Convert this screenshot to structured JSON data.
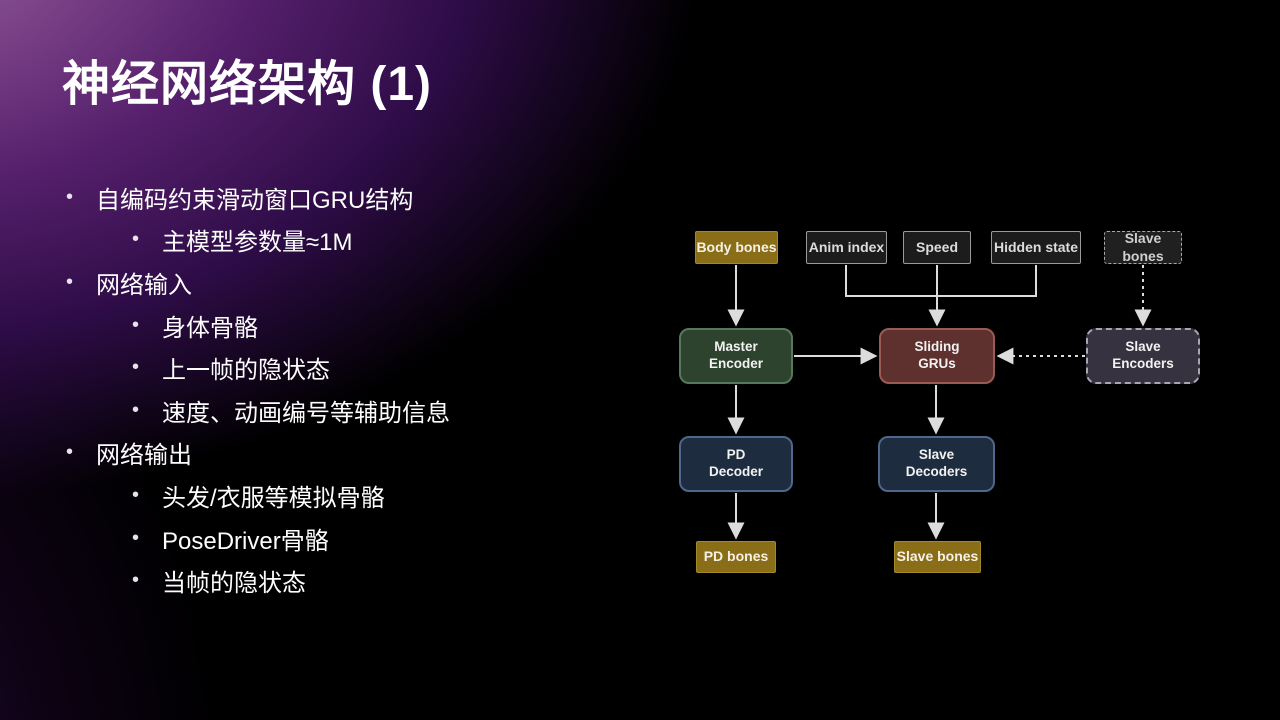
{
  "slide": {
    "title": "神经网络架构 (1)",
    "bullets": [
      {
        "level": 1,
        "text": "自编码约束滑动窗口GRU结构"
      },
      {
        "level": 2,
        "text": "主模型参数量≈1M"
      },
      {
        "level": 1,
        "text": "网络输入"
      },
      {
        "level": 2,
        "text": "身体骨骼"
      },
      {
        "level": 2,
        "text": "上一帧的隐状态"
      },
      {
        "level": 2,
        "text": "速度、动画编号等辅助信息"
      },
      {
        "level": 1,
        "text": "网络输出"
      },
      {
        "level": 2,
        "text": "头发/衣服等模拟骨骼"
      },
      {
        "level": 2,
        "text": "PoseDriver骨骼"
      },
      {
        "level": 2,
        "text": "当帧的隐状态"
      }
    ]
  },
  "diagram": {
    "nodes": {
      "body_bones": "Body bones",
      "anim_index": "Anim index",
      "speed": "Speed",
      "hidden_state": "Hidden state",
      "slave_bones_in": "Slave bones",
      "master_encoder": "Master\nEncoder",
      "sliding_grus": "Sliding\nGRUs",
      "slave_encoders": "Slave\nEncoders",
      "pd_decoder": "PD\nDecoder",
      "slave_decoders": "Slave\nDecoders",
      "pd_bones": "PD bones",
      "slave_bones_out": "Slave bones"
    },
    "colors": {
      "gold_fill": "#8a6d17",
      "gold_border": "#a3882c",
      "input_fill": "#1c1c1c",
      "input_border": "#9a9a9a",
      "green_fill": "#2d432d",
      "green_border": "#55795a",
      "red_fill": "#5e302e",
      "red_border": "#9a5a55",
      "purple_fill": "#37323f",
      "purple_border": "#a8a4b0",
      "navy_fill": "#1e2c40",
      "navy_border": "#4f678a",
      "arrow": "#dcdcdc",
      "background_accent": "#9866a0"
    }
  }
}
